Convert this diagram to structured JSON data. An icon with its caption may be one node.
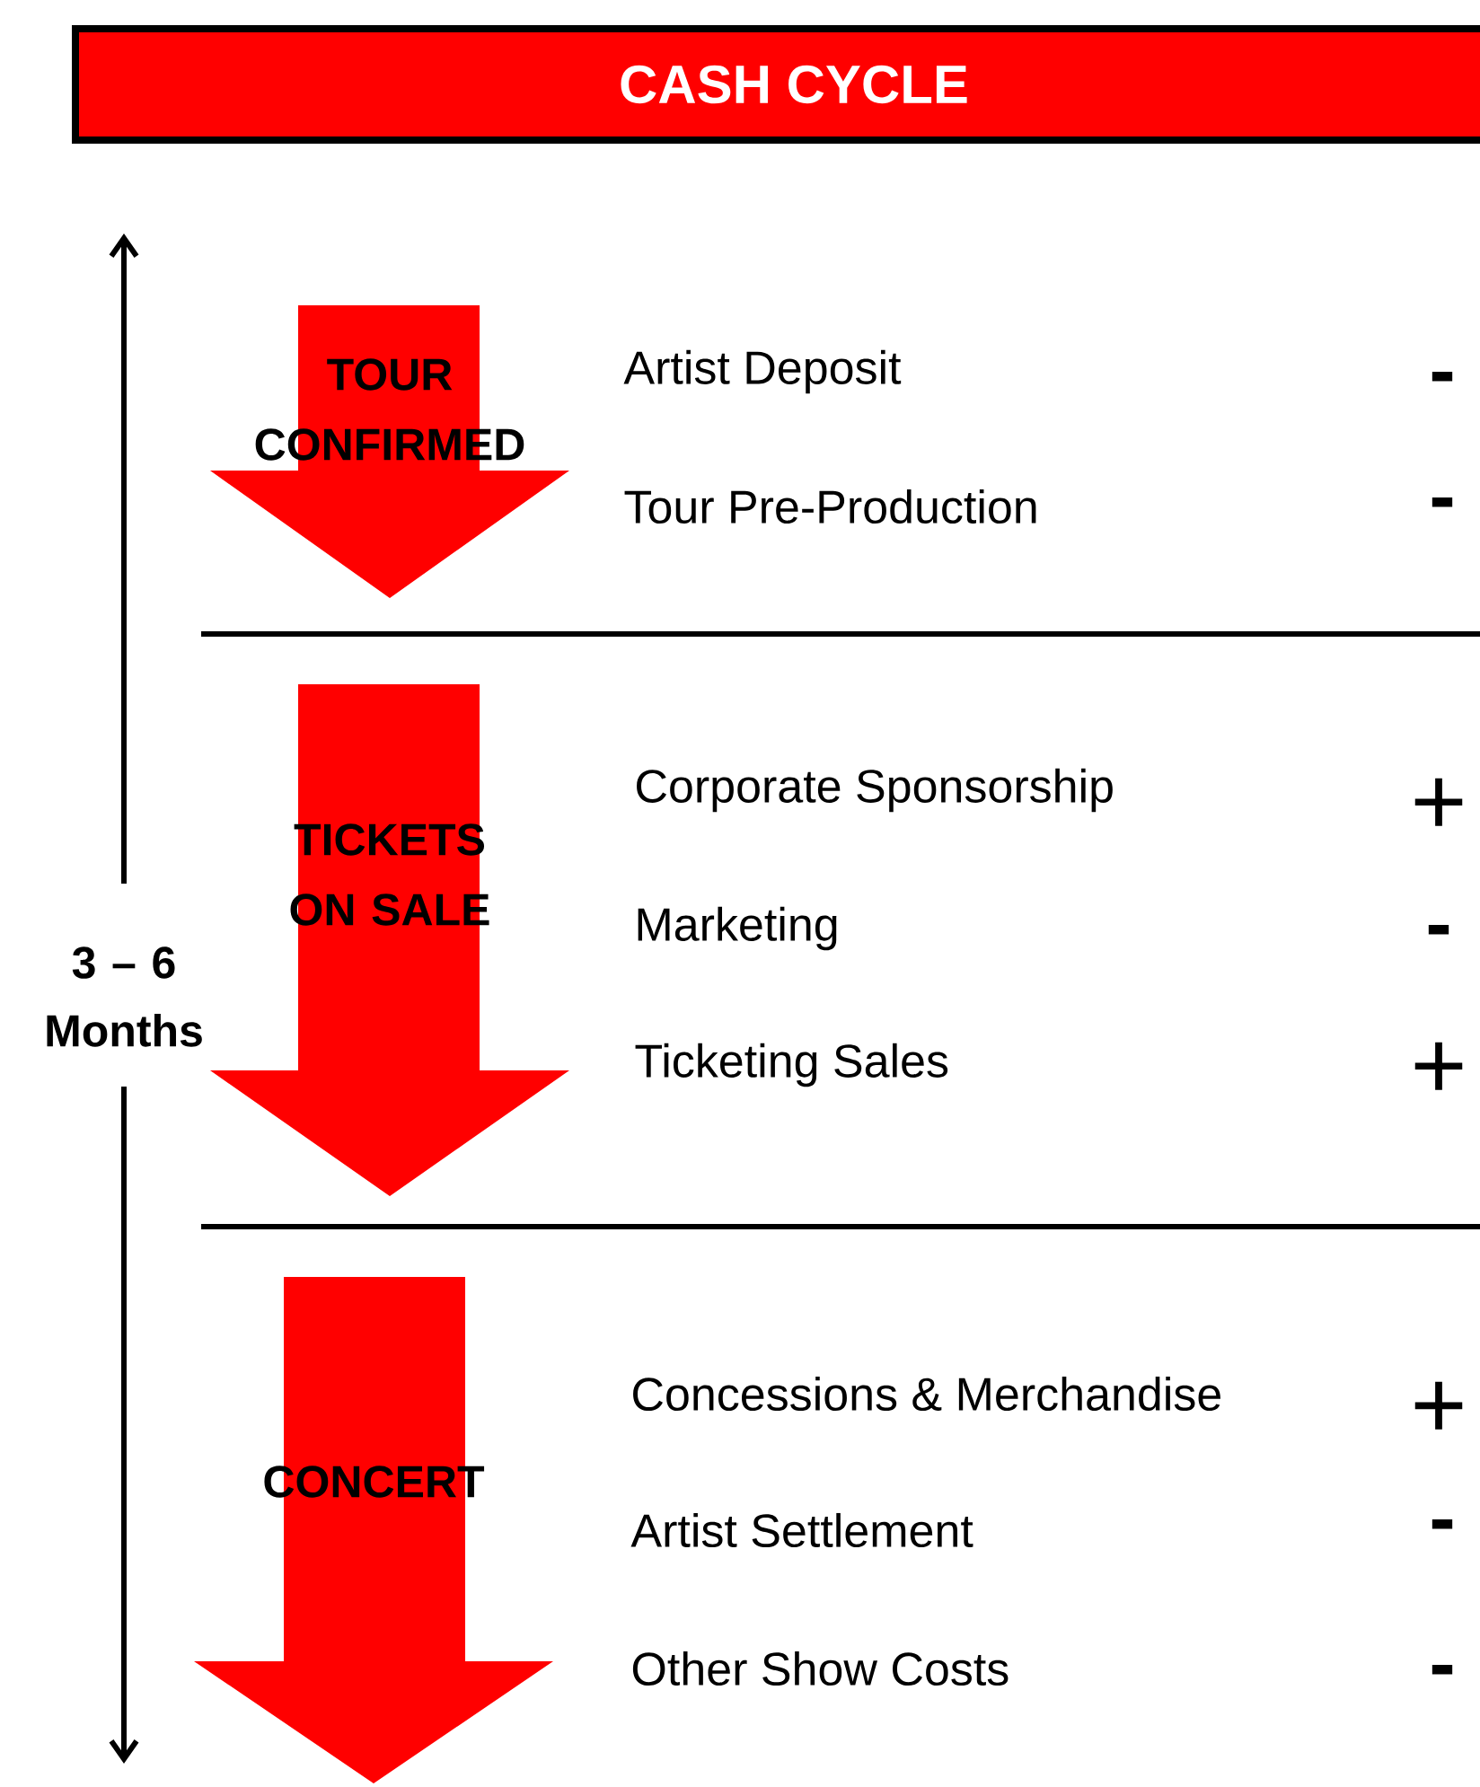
{
  "diagram": {
    "title": "CASH CYCLE",
    "nodes": [
      {
        "text": [
          "TOUR CONFIRMED"
        ]
      },
      {
        "text": [
          "TICKETS ON SALE"
        ]
      },
      {
        "text": [
          "CONCERT"
        ]
      }
    ],
    "edges": [],
    "labels": [
      "Artist Deposit",
      "-",
      "Tour Pre-Production",
      "-",
      "Corporate Sponsorship",
      "+",
      "Marketing",
      "-",
      "Ticketing Sales",
      "+",
      "Concessions & Merchandise",
      "+",
      "Artist Settlement",
      "-",
      "Other Show Costs",
      "-",
      "3 – 6 Months"
    ]
  }
}
